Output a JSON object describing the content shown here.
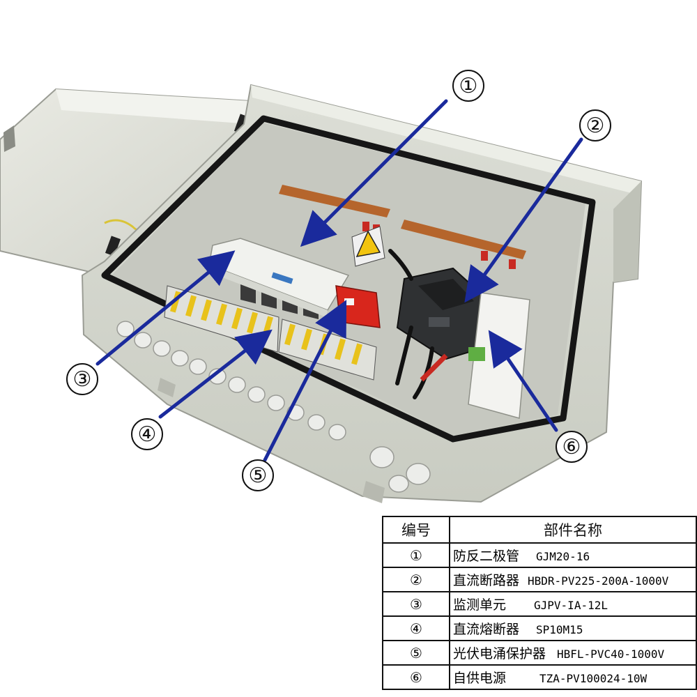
{
  "table": {
    "header_number": "编号",
    "header_name": "部件名称",
    "rows": [
      {
        "number": "①",
        "name": "防反二极管",
        "model": "GJM20-16"
      },
      {
        "number": "②",
        "name": "直流断路器",
        "model": "HBDR-PV225-200A-1000V"
      },
      {
        "number": "③",
        "name": "监测单元",
        "model": "GJPV-IA-12L"
      },
      {
        "number": "④",
        "name": "直流熔断器",
        "model": "SP10M15"
      },
      {
        "number": "⑤",
        "name": "光伏电涌保护器",
        "model": "HBFL-PVC40-1000V"
      },
      {
        "number": "⑥",
        "name": "自供电源",
        "model": "TZA-PV100024-10W"
      }
    ]
  },
  "callouts": [
    "①",
    "②",
    "③",
    "④",
    "⑤",
    "⑥"
  ],
  "colors": {
    "arrow": "#1a2a9c",
    "enclosure": "#d9dcd3",
    "gasket": "#161616",
    "breaker": "#2f3133",
    "spd": "#d8261c",
    "fuse_yellow": "#e8c21b"
  }
}
